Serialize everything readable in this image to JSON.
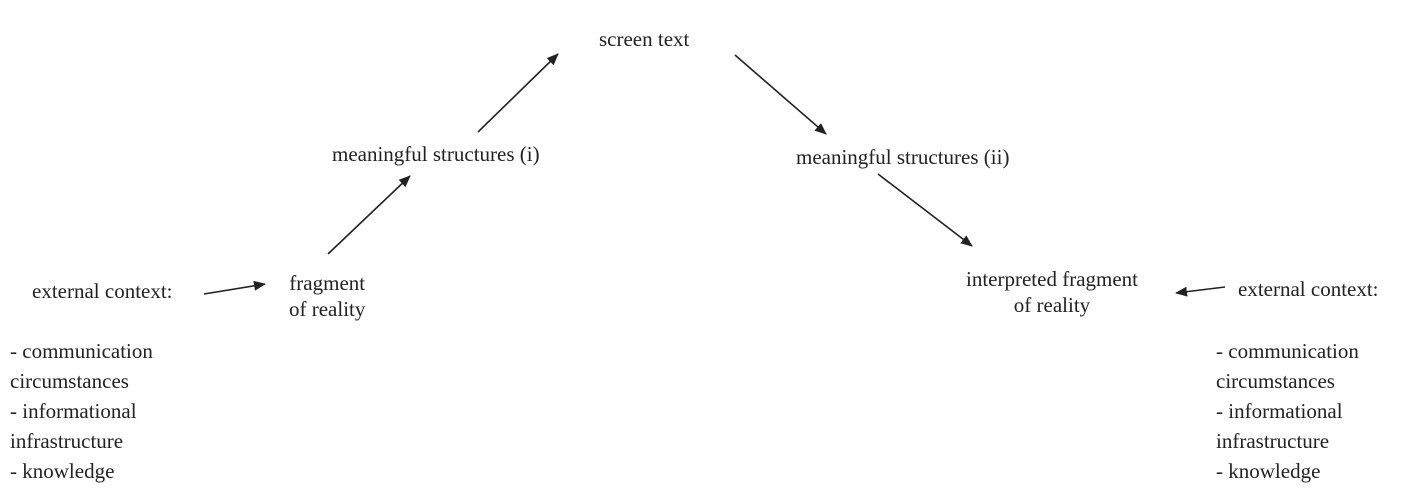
{
  "diagram": {
    "screen_text": "screen text",
    "meaningful_structures_i": "meaningful structures (i)",
    "meaningful_structures_ii": "meaningful structures (ii)",
    "fragment_of_reality": [
      "fragment",
      "of reality"
    ],
    "interpreted_fragment": [
      "interpreted fragment",
      "of reality"
    ],
    "left_context": {
      "title": "external context:",
      "lines": [
        "- communication",
        "circumstances",
        "- informational",
        "infrastructure",
        "- knowledge"
      ]
    },
    "right_context": {
      "title": "external context:",
      "lines": [
        "- communication",
        "circumstances",
        "- informational",
        "infrastructure",
        "- knowledge"
      ]
    },
    "colors": {
      "text": "#222222",
      "arrow": "#222222",
      "background": "#ffffff"
    }
  }
}
